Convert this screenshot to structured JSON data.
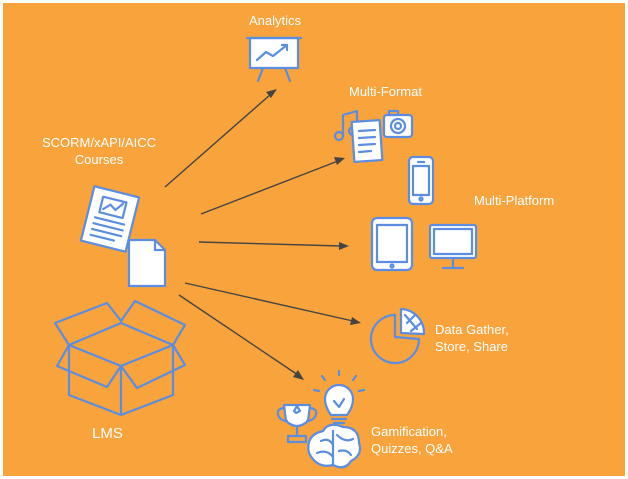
{
  "colors": {
    "background": "#F9A33C",
    "icon": "#5B8DE0",
    "text": "#ffffff",
    "arrow": "#444444"
  },
  "labels": {
    "analytics": "Analytics",
    "multi_format": "Multi-Format",
    "multi_platform": "Multi-Platform",
    "courses_line1": "SCORM/xAPI/AICC",
    "courses_line2": "Courses",
    "data_line1": "Data Gather,",
    "data_line2": "Store, Share",
    "gamification_line1": "Gamification,",
    "gamification_line2": "Quizzes, Q&A",
    "lms": "LMS"
  },
  "icons": [
    "presentation-chart-icon",
    "music-note-icon",
    "document-icon",
    "camera-icon",
    "phone-icon",
    "tablet-icon",
    "monitor-icon",
    "pie-chart-icon",
    "trophy-icon",
    "lightbulb-icon",
    "brain-icon",
    "course-document-icon",
    "file-icon",
    "box-icon"
  ]
}
